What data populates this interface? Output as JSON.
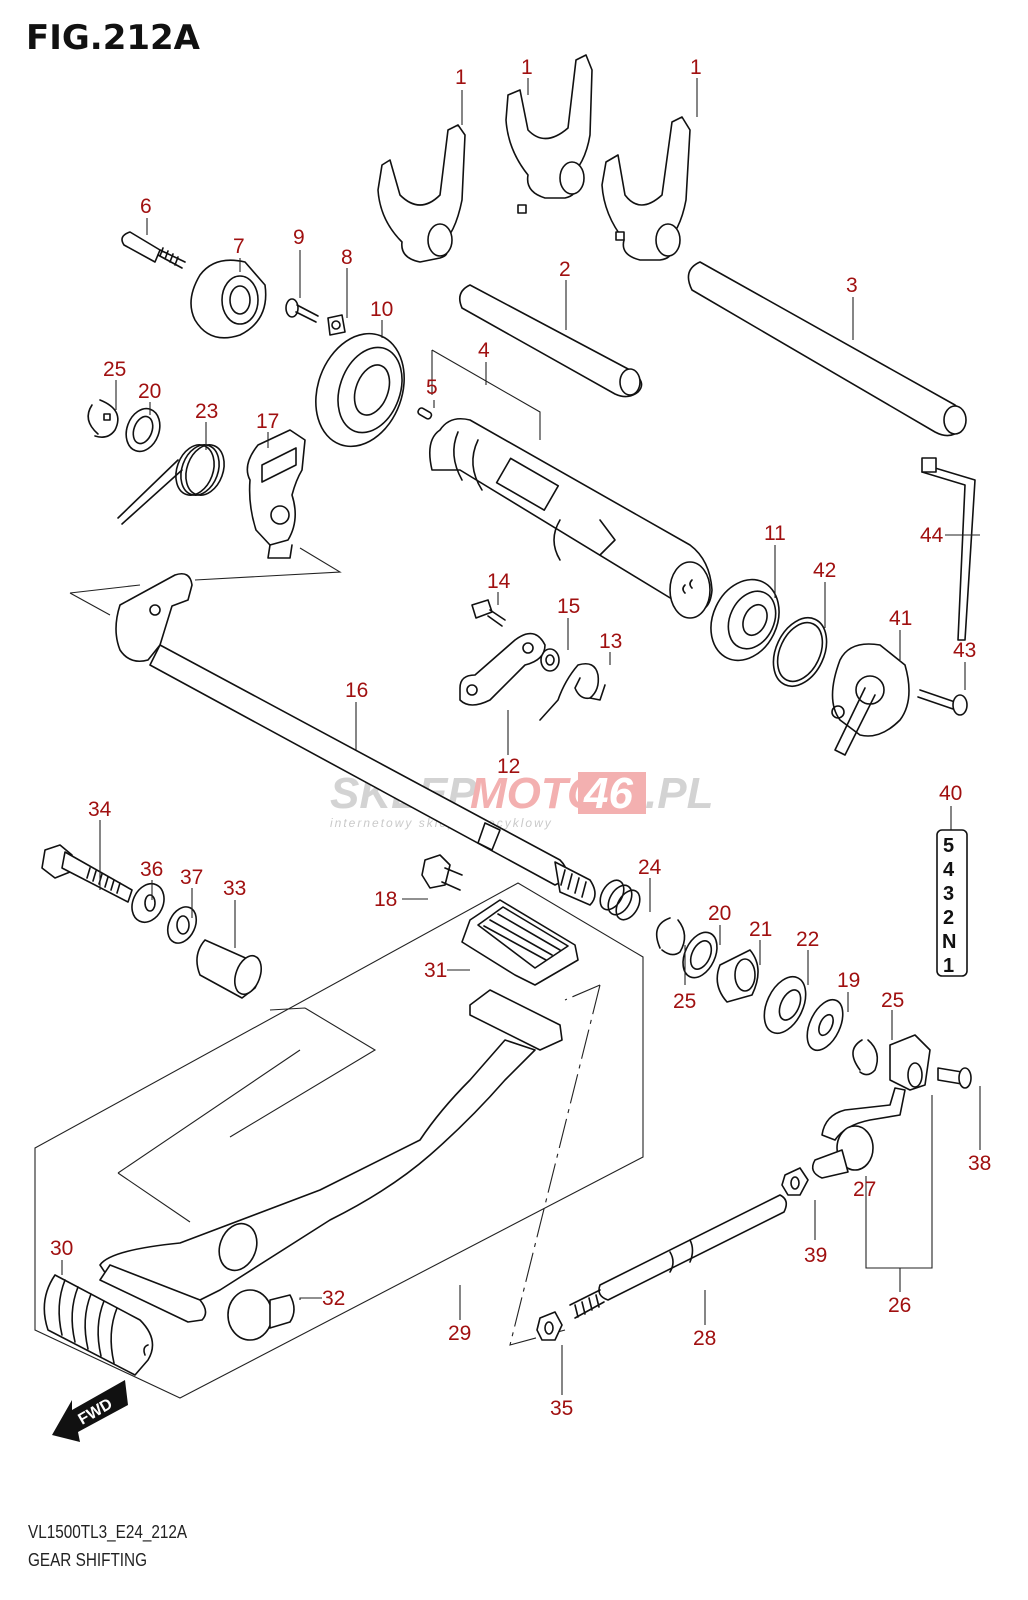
{
  "figure": {
    "title": "FIG.212A",
    "model_code": "VL1500TL3_E24_212A",
    "subtitle": "GEAR SHIFTING"
  },
  "colors": {
    "label": "#a01010",
    "line": "#111111",
    "watermark_gray": "#c8c8c8",
    "watermark_red": "#f0a0a0"
  },
  "watermark": {
    "part1": "SKLEP",
    "part2": "MOTO",
    "part3": "46",
    "part4": ".PL",
    "tagline": "internetowy sklep motocyklowy"
  },
  "direction_marker": {
    "label": "FWD",
    "icon": "fwd-arrow-icon"
  },
  "gear_indicator": {
    "part_no": "40",
    "positions": [
      "5",
      "4",
      "3",
      "2",
      "N",
      "1"
    ]
  },
  "callouts": {
    "c1a": "1",
    "c1b": "1",
    "c1c": "1",
    "c2": "2",
    "c3": "3",
    "c4": "4",
    "c5": "5",
    "c6": "6",
    "c7": "7",
    "c8": "8",
    "c9": "9",
    "c10": "10",
    "c11": "11",
    "c12": "12",
    "c13": "13",
    "c14": "14",
    "c15": "15",
    "c16": "16",
    "c17": "17",
    "c18": "18",
    "c19": "19",
    "c20a": "20",
    "c20b": "20",
    "c21": "21",
    "c22": "22",
    "c23": "23",
    "c24": "24",
    "c25a": "25",
    "c25b": "25",
    "c25c": "25",
    "c26": "26",
    "c27": "27",
    "c28": "28",
    "c29": "29",
    "c30": "30",
    "c31": "31",
    "c32": "32",
    "c33": "33",
    "c34": "34",
    "c35": "35",
    "c36": "36",
    "c37": "37",
    "c38": "38",
    "c39": "39",
    "c40": "40",
    "c41": "41",
    "c42": "42",
    "c43": "43",
    "c44": "44"
  }
}
